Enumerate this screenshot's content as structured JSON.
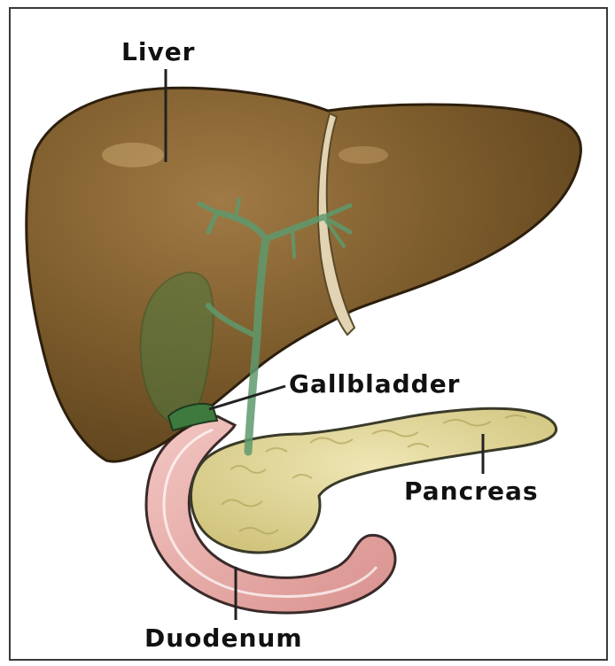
{
  "labels": {
    "liver": "Liver",
    "gallbladder": "Gallbladder",
    "pancreas": "Pancreas",
    "duodenum": "Duodenum"
  },
  "colors": {
    "liver": "#7a5a2a",
    "liver_highlight": "#a58049",
    "ligament": "#d8c8a8",
    "bile_duct": "#4f8a5f",
    "gallbladder": "#5a7a3a",
    "pancreas": "#ddd49a",
    "pancreas_shade": "#bfb36a",
    "duodenum": "#e7a9a5",
    "duodenum_inner": "#f2c4c0",
    "leader_line": "#222222"
  }
}
